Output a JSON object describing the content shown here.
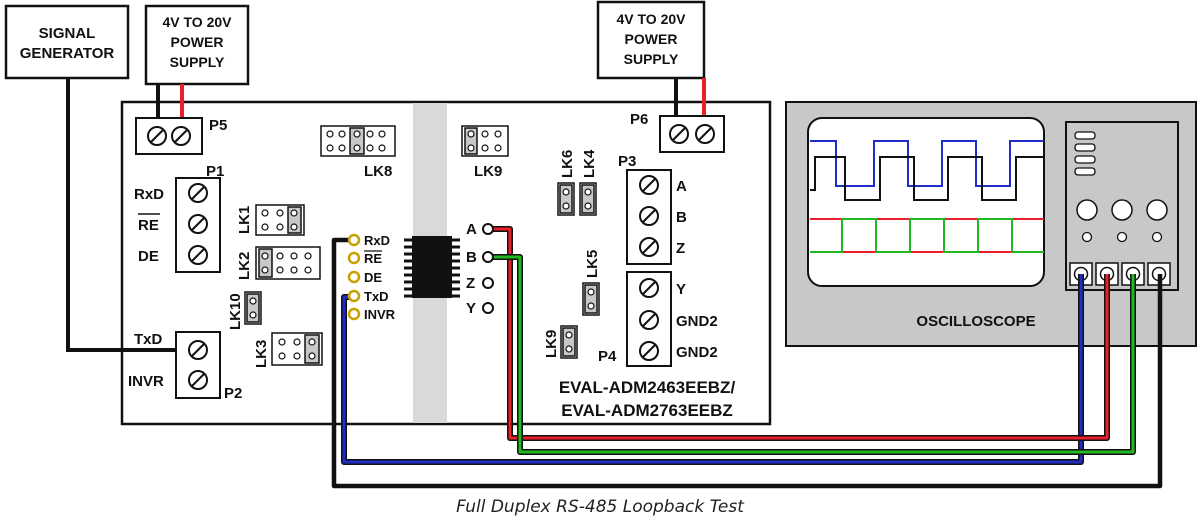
{
  "boxes": {
    "signal_generator": [
      "SIGNAL",
      "GENERATOR"
    ],
    "supply_left": [
      "4V TO 20V",
      "POWER",
      "SUPPLY"
    ],
    "supply_right": [
      "4V TO 20V",
      "POWER",
      "SUPPLY"
    ]
  },
  "connectors": {
    "p5": "P5",
    "p6": "P6",
    "p1": "P1",
    "p2": "P2",
    "p3": "P3",
    "p4": "P4"
  },
  "links": {
    "lk1": "LK1",
    "lk2": "LK2",
    "lk3": "LK3",
    "lk4": "LK4",
    "lk5": "LK5",
    "lk6": "LK6",
    "lk8": "LK8",
    "lk9a": "LK9",
    "lk9b": "LK9",
    "lk10": "LK10"
  },
  "p1_pins": [
    "RxD",
    "RE",
    "DE"
  ],
  "p2_pins": [
    "TxD",
    "INVR"
  ],
  "p3_pins": [
    "A",
    "B",
    "Z"
  ],
  "p4_pins": [
    "Y",
    "GND2",
    "GND2"
  ],
  "ic_left_pins": [
    "RxD",
    "RE",
    "DE",
    "TxD",
    "INVR"
  ],
  "ic_right_pins": [
    "A",
    "B",
    "Z",
    "Y"
  ],
  "board_name": [
    "EVAL-ADM2463EEBZ/",
    "EVAL-ADM2763EEBZ"
  ],
  "oscilloscope_label": "OSCILLOSCOPE",
  "caption": "Full Duplex RS-485 Loopback Test",
  "colors": {
    "black_wire": "#111111",
    "red_wire": "#e8202a",
    "blue_wire": "#1e2cc8",
    "green_wire": "#22b822",
    "scope_body": "#c8c8c8",
    "isolation_barrier": "#d9d9d9"
  }
}
